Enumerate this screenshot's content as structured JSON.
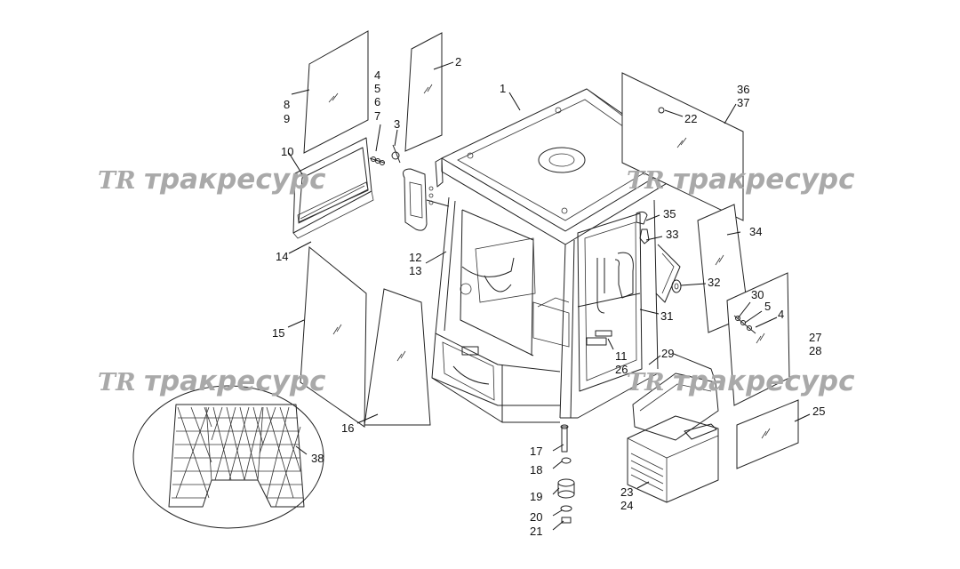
{
  "watermark": {
    "logo": "TR",
    "text": "тракресурс",
    "color": "#a9a9a9"
  },
  "callouts": [
    "1",
    "2",
    "3",
    "4",
    "5",
    "6",
    "7",
    "8",
    "9",
    "10",
    "11",
    "12",
    "13",
    "14",
    "15",
    "16",
    "17",
    "18",
    "19",
    "20",
    "21",
    "22",
    "23",
    "24",
    "25",
    "26",
    "27",
    "28",
    "29",
    "30",
    "31",
    "32",
    "33",
    "34",
    "35",
    "36",
    "37",
    "38",
    "4",
    "5"
  ],
  "detail_view": {
    "name": "floor-mat-detail",
    "callout": "38"
  }
}
